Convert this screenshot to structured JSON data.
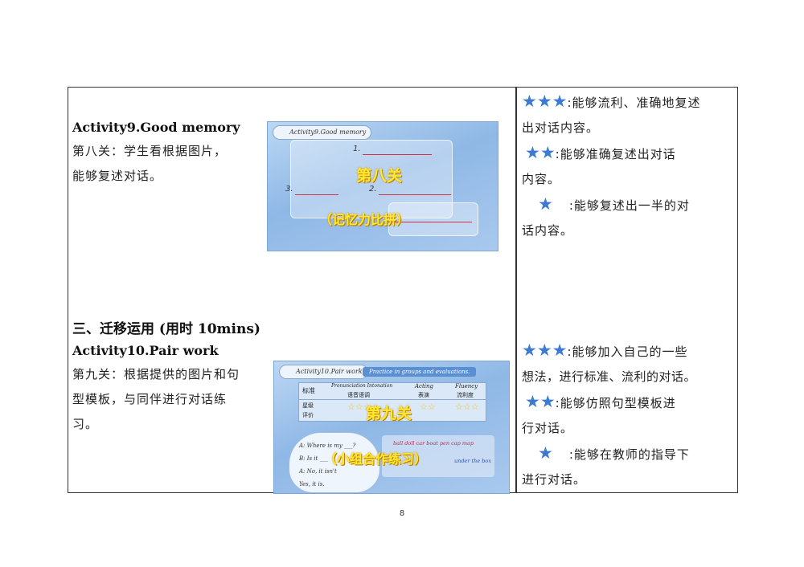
{
  "activity9": {
    "title": "Activity9.Good memory",
    "desc": [
      "第八关：学生看根据图片，",
      "能够复述对话。"
    ],
    "slide": {
      "tab": "Activity9.Good memory",
      "line1": "1.",
      "line2": "2.",
      "line3": "3.",
      "big": "第八关",
      "sub": "（记忆力比拼）"
    },
    "criteria": [
      {
        "stars": "★★★",
        "text": ":能够流利、准确地复述",
        "text2": "出对话内容。"
      },
      {
        "stars": "★★",
        "text": ":能够准确复述出对话",
        "text2": "内容。"
      },
      {
        "stars": "★",
        "text": ":能够复述出一半的对",
        "text2": "话内容。"
      }
    ]
  },
  "section3": {
    "title": "三、迁移运用 (用时 10mins)"
  },
  "activity10": {
    "title": "Activity10.Pair work",
    "desc": [
      "第九关：根据提供的图片和句",
      "型模板，与同伴进行对话练",
      "习。"
    ],
    "slide": {
      "tab": "Activity10.Pair work",
      "banner": "Practice in groups and evaluations.",
      "headers": [
        "标准",
        "Pronunciation  Intonation",
        "语音语调",
        "Acting",
        "表演",
        "Fluency",
        "流利度"
      ],
      "row1": "星级",
      "row2": "评价",
      "big": "第九关",
      "sub": "（小组合作练习）",
      "dialog": [
        "A: Where is my ___?",
        "B: Is it ___",
        "A: No, it isn't",
        "Yes, it is."
      ],
      "words": "ball doll car boat pen cap map",
      "phrase": "under the box"
    },
    "criteria": [
      {
        "stars": "★★★",
        "text": ":能够加入自己的一些",
        "text2": "想法，进行标准、流利的对话。"
      },
      {
        "stars": "★★",
        "text": ":能够仿照句型模板进",
        "text2": "行对话。"
      },
      {
        "stars": "★",
        "text": ":能够在教师的指导下",
        "text2": "进行对话。"
      }
    ]
  },
  "page_number": "8",
  "colors": {
    "star": "#3d7ad1",
    "slide_bg": "#9fc2ea",
    "highlight": "#ffe92e"
  }
}
